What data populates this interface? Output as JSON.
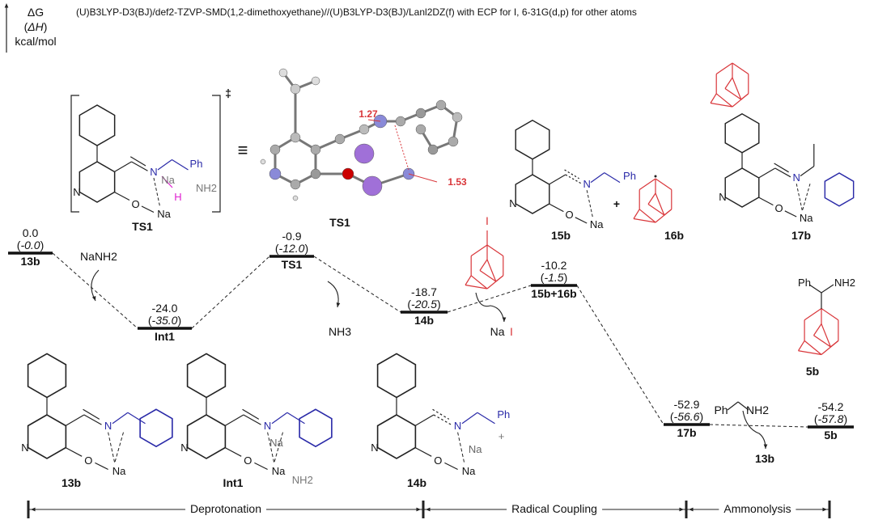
{
  "header": {
    "axis_dG": "ΔG",
    "axis_dH": "ΔH",
    "axis_unit": "kcal/mol",
    "method": "(U)B3LYP-D3(BJ)/def2-TZVP-SMD(1,2-dimethoxyethane)//(U)B3LYP-D3(BJ)/Lanl2DZ(f)  with ECP for I, 6-31G(d,p) for other atoms"
  },
  "levels": [
    {
      "name": "13b",
      "dG": "0.0",
      "dH": "-0.0"
    },
    {
      "name": "Int1",
      "dG": "-24.0",
      "dH": "-35.0"
    },
    {
      "name": "TS1",
      "dG": "-0.9",
      "dH": "-12.0"
    },
    {
      "name": "14b",
      "dG": "-18.7",
      "dH": "-20.5"
    },
    {
      "name": "15b+16b",
      "dG": "-10.2",
      "dH": "-1.5"
    },
    {
      "name": "17b",
      "dG": "-52.9",
      "dH": "-56.6"
    },
    {
      "name": "5b",
      "dG": "-54.2",
      "dH": "-57.8"
    }
  ],
  "reagents": {
    "nanh2": "NaNH2",
    "nh3": "NH3",
    "nai_na": "Na",
    "nai_i": "I",
    "iodo": "I",
    "benzylamine_ph": "Ph",
    "benzylamine_nh2": "NH2",
    "product_13b": "13b"
  },
  "structures": {
    "ts1_bracket": {
      "label": "TS1",
      "dagger": "‡",
      "equiv": "≡",
      "atoms": [
        "N",
        "N",
        "O",
        "Na",
        "Ph",
        "H",
        "Na",
        "NH2"
      ]
    },
    "ts1_model": {
      "label": "TS1",
      "dist1": "1.27",
      "dist2": "1.53"
    },
    "s15b": {
      "label": "15b",
      "atoms": [
        "N",
        "N",
        "O",
        "Na",
        "Ph"
      ],
      "plus": "+"
    },
    "s16b": {
      "label": "16b"
    },
    "s17b": {
      "label": "17b",
      "atoms": [
        "N",
        "N",
        "O",
        "Na"
      ]
    },
    "s5b": {
      "label": "5b",
      "atoms": [
        "Ph",
        "NH2"
      ]
    },
    "s13b": {
      "label": "13b",
      "atoms": [
        "N",
        "N",
        "O",
        "Na"
      ]
    },
    "sInt1": {
      "label": "Int1",
      "atoms": [
        "N",
        "N",
        "O",
        "Na",
        "Na",
        "NH2"
      ]
    },
    "s14b": {
      "label": "14b",
      "atoms": [
        "N",
        "N",
        "O",
        "Na",
        "Ph",
        "Na",
        "+"
      ]
    }
  },
  "phases": [
    "Deprotonation",
    "Radical Coupling",
    "Ammonolysis"
  ],
  "colors": {
    "red": "#d9363a",
    "blue": "#2a2aa8",
    "magenta": "#e020d0",
    "purple": "#9b59d0",
    "grey": "#888888"
  }
}
